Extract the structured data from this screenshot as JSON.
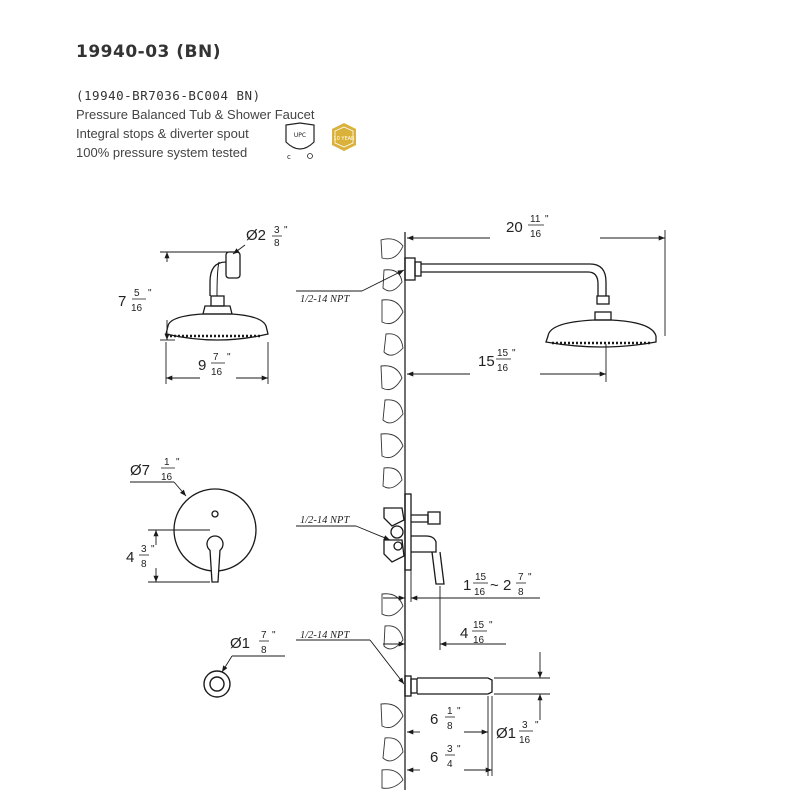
{
  "header": {
    "model": "19940-03 (BN)",
    "code": "(19940-BR7036-BC004  BN)",
    "desc1": "Pressure Balanced Tub & Shower Faucet",
    "desc2": "Integral stops & diverter spout",
    "desc3": "100% pressure system tested",
    "cert_text": "UPC",
    "cert_sub": "c",
    "warranty_text": "10 YEAR",
    "colors": {
      "gold": "#d9b13b",
      "line": "#1a1a1a"
    }
  },
  "labels": {
    "npt_top": "1/2-14 NPT",
    "npt_mid": "1/2-14 NPT",
    "npt_low": "1/2-14 NPT"
  },
  "dims": {
    "arm_dia": {
      "pre": "Ø2",
      "num": "3",
      "den": "8",
      "q": "\""
    },
    "head_height": {
      "pre": "7",
      "num": "5",
      "den": "16",
      "q": "\""
    },
    "head_dia": {
      "pre": "9",
      "num": "7",
      "den": "16",
      "q": "\""
    },
    "arm_reach": {
      "pre": "20",
      "num": "11",
      "den": "16",
      "q": "\""
    },
    "arm_proj": {
      "pre": "15",
      "num": "15",
      "den": "16",
      "q": "\""
    },
    "trim_dia": {
      "pre": "Ø7",
      "num": "1",
      "den": "16",
      "q": "\""
    },
    "trim_offset": {
      "pre": "4",
      "num": "3",
      "den": "8",
      "q": "\""
    },
    "spout_dia_front": {
      "pre": "Ø1",
      "num": "7",
      "den": "8",
      "q": "\""
    },
    "valve_depth_a": {
      "pre": "1",
      "num": "15",
      "den": "16"
    },
    "valve_depth_sep": "~",
    "valve_depth_b": {
      "pre": "2",
      "num": "7",
      "den": "8",
      "q": "\""
    },
    "handle_proj": {
      "pre": "4",
      "num": "15",
      "den": "16",
      "q": "\""
    },
    "spout_len_a": {
      "pre": "6",
      "num": "1",
      "den": "8",
      "q": "\""
    },
    "spout_len_b": {
      "pre": "6",
      "num": "3",
      "den": "4",
      "q": "\""
    },
    "spout_dia_side": {
      "pre": "Ø1",
      "num": "3",
      "den": "16",
      "q": "\""
    }
  }
}
